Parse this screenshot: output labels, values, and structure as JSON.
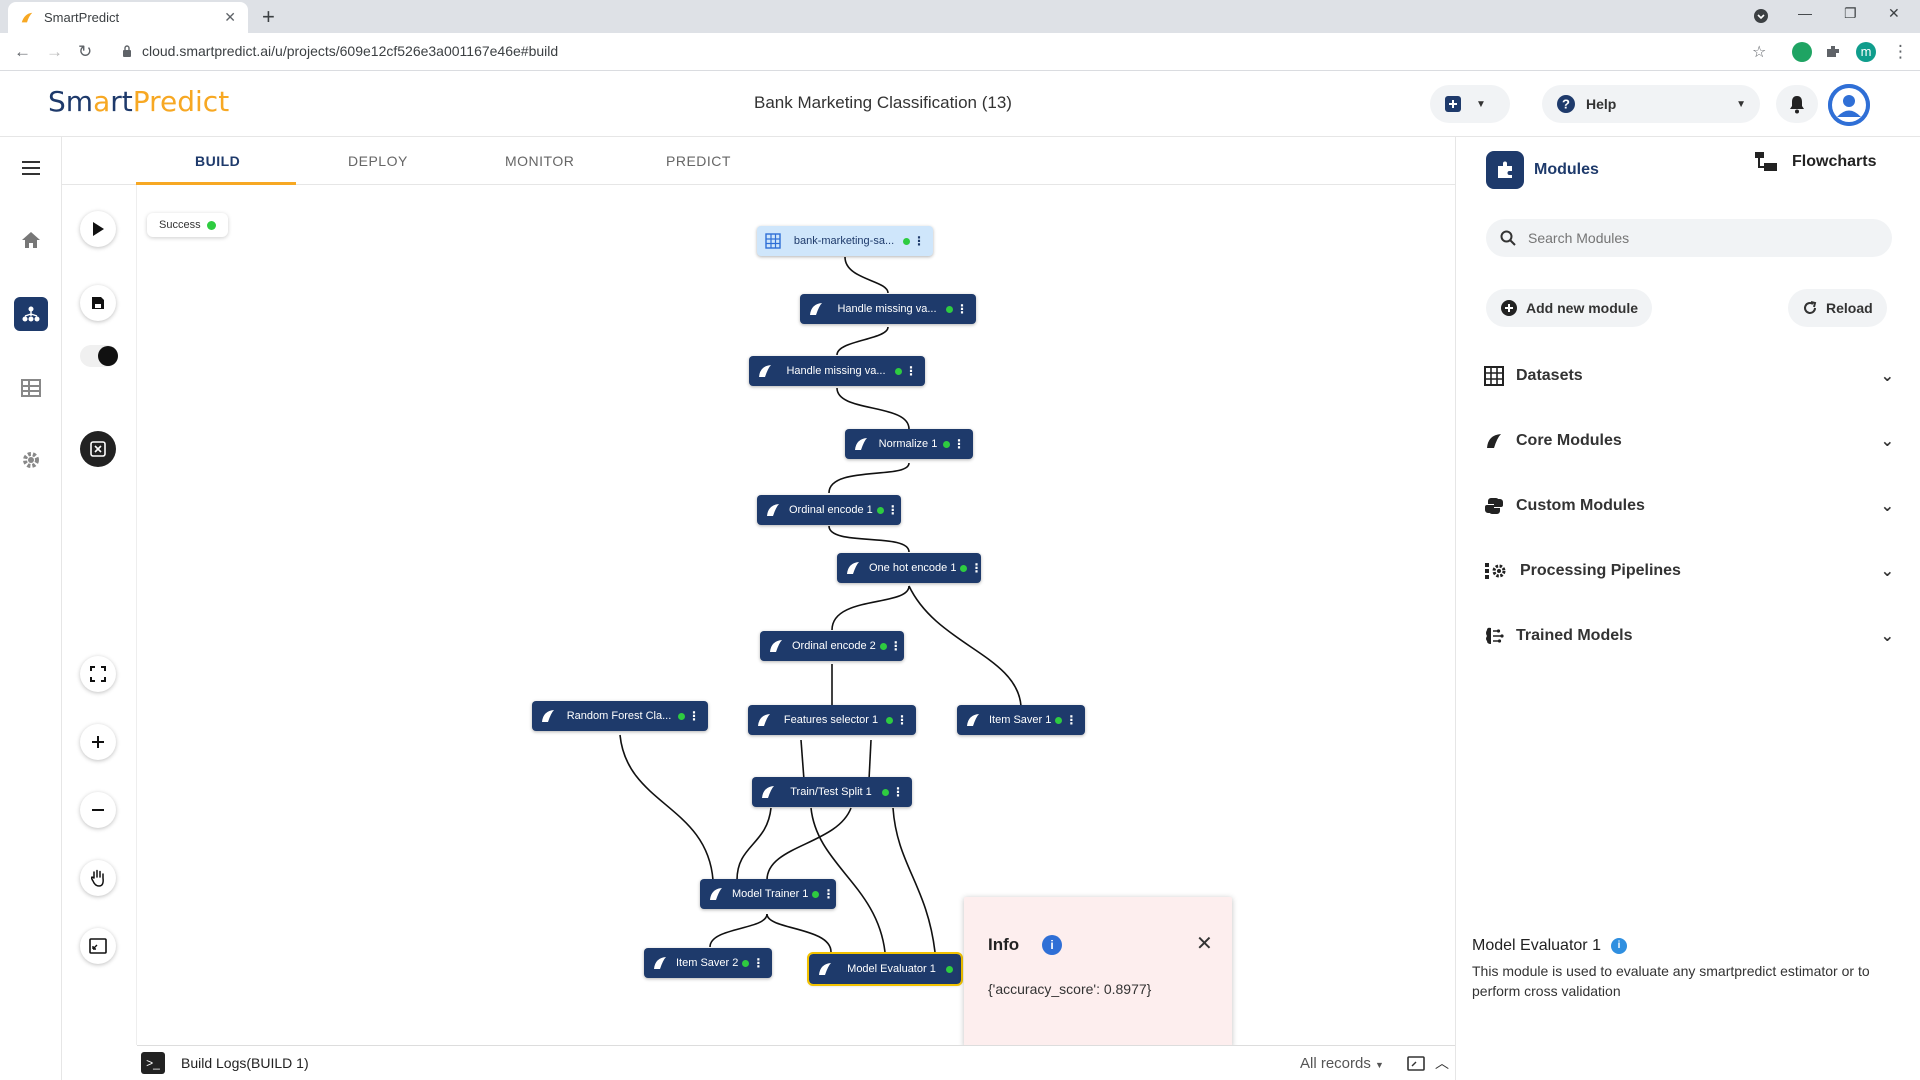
{
  "browser": {
    "tab_title": "SmartPredict",
    "url": "cloud.smartpredict.ai/u/projects/609e12cf526e3a001167e46e#build"
  },
  "header": {
    "logo_part1": "Sm",
    "logo_part2": "a",
    "logo_part3": "rt",
    "logo_part4": "Predict",
    "project_title": "Bank Marketing Classification (13)",
    "help_label": "Help"
  },
  "tabs": [
    "BUILD",
    "DEPLOY",
    "MONITOR",
    "PREDICT"
  ],
  "status": {
    "label": "Success",
    "color": "#2ecc40"
  },
  "flow_nodes": [
    {
      "id": "n0",
      "label": "bank-marketing-sa...",
      "type": "dataset"
    },
    {
      "id": "n1",
      "label": "Handle missing va...",
      "type": "module"
    },
    {
      "id": "n2",
      "label": "Handle missing va...",
      "type": "module"
    },
    {
      "id": "n3",
      "label": "Normalize 1",
      "type": "module"
    },
    {
      "id": "n4",
      "label": "Ordinal encode 1",
      "type": "module"
    },
    {
      "id": "n5",
      "label": "One hot encode 1",
      "type": "module"
    },
    {
      "id": "n6",
      "label": "Ordinal encode 2",
      "type": "module"
    },
    {
      "id": "n7",
      "label": "Random Forest Cla...",
      "type": "module"
    },
    {
      "id": "n8",
      "label": "Features selector 1",
      "type": "module"
    },
    {
      "id": "n9",
      "label": "Item Saver 1",
      "type": "module"
    },
    {
      "id": "n10",
      "label": "Train/Test Split 1",
      "type": "module"
    },
    {
      "id": "n11",
      "label": "Model Trainer 1",
      "type": "module"
    },
    {
      "id": "n12",
      "label": "Item Saver 2",
      "type": "module"
    },
    {
      "id": "n13",
      "label": "Model Evaluator 1",
      "type": "module",
      "selected": true
    }
  ],
  "info_popup": {
    "title": "Info",
    "body": "{'accuracy_score': 0.8977}"
  },
  "logs": {
    "title": "Build Logs(BUILD 1)",
    "filter": "All records"
  },
  "right_panel": {
    "tab_modules": "Modules",
    "tab_flowcharts": "Flowcharts",
    "search_placeholder": "Search Modules",
    "add_module": "Add new module",
    "reload": "Reload",
    "sections": [
      "Datasets",
      "Core Modules",
      "Custom Modules",
      "Processing Pipelines",
      "Trained Models"
    ],
    "module_title": "Model Evaluator 1",
    "module_desc": "This module is used to evaluate any smartpredict estimator or to perform cross validation"
  },
  "colors": {
    "brand_navy": "#1e3a6b",
    "brand_orange": "#f7a823",
    "accent_blue": "#2f6fd6"
  }
}
